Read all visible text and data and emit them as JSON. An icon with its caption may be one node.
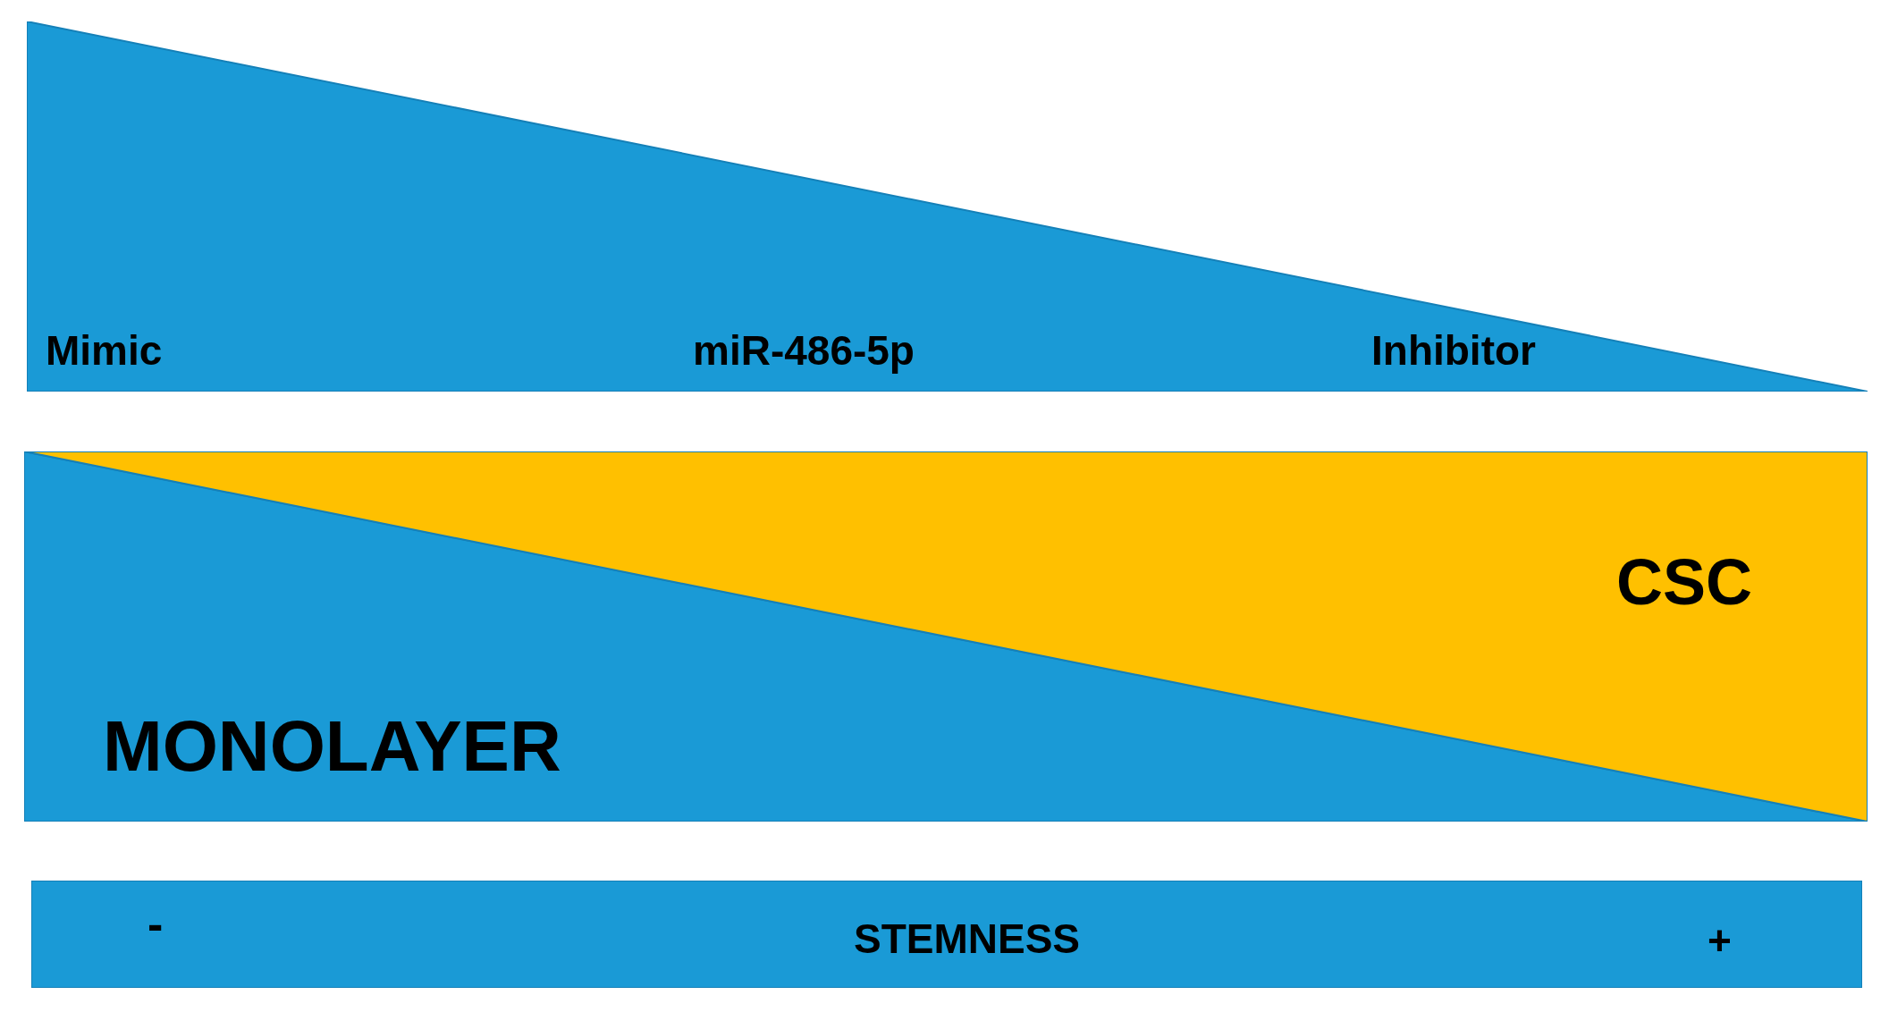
{
  "diagram": {
    "nodes": [
      {
        "text": [
          "Mimic",
          "miR-486-5p",
          "Inhibitor"
        ]
      },
      {
        "text": [
          "MONOLAYER"
        ]
      },
      {
        "text": [
          "CSC"
        ]
      },
      {
        "text": [
          "-",
          "STEMNESS",
          "+"
        ]
      }
    ]
  }
}
